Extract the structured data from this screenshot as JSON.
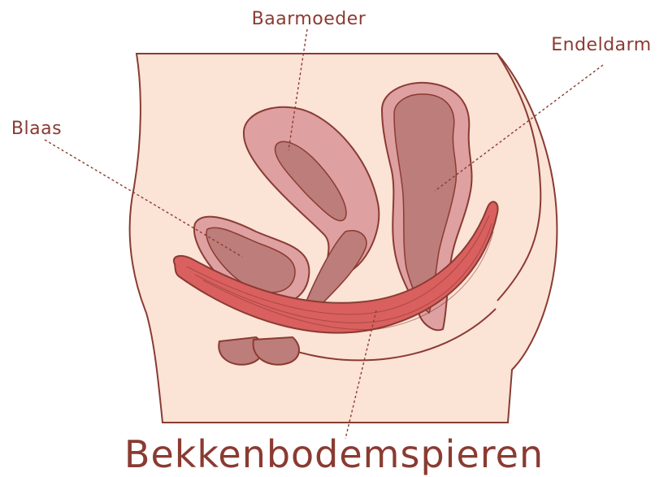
{
  "labels": {
    "uterus": "Baarmoeder",
    "rectum": "Endeldarm",
    "bladder": "Blaas",
    "pelvic_floor": "Bekkenbodemspieren"
  },
  "colors": {
    "skin": "#fbe3d6",
    "organ_outer": "#dea0a0",
    "organ_inner": "#bd7d7a",
    "muscle": "#d9605f",
    "outline": "#8a3b32",
    "text": "#8a3b32"
  }
}
